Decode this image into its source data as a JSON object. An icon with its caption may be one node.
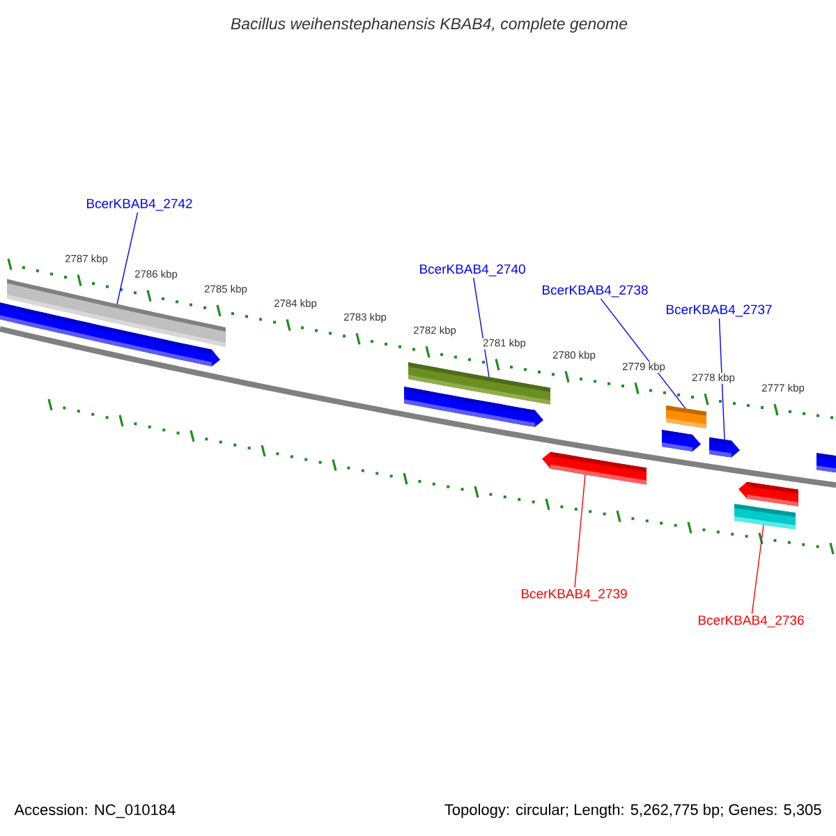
{
  "diagram": {
    "title": "Bacillus weihenstephanensis KBAB4, complete genome",
    "nodes": [
      {
        "text": [
          "BcerKBAB4_2742"
        ]
      },
      {
        "text": [
          "BcerKBAB4_2740"
        ]
      },
      {
        "text": [
          "BcerKBAB4_2738"
        ]
      },
      {
        "text": [
          "BcerKBAB4_2737"
        ]
      },
      {
        "text": [
          "BcerKBAB4_2739"
        ]
      },
      {
        "text": [
          "BcerKBAB4_2736"
        ]
      },
      {
        "text": [],
        "shape": "bar"
      },
      {
        "text": [],
        "shape": "bar"
      },
      {
        "text": [],
        "shape": "bar"
      },
      {
        "text": [],
        "shape": "bar"
      },
      {
        "text": [],
        "shape": "bar"
      },
      {
        "text": [],
        "shape": "bar"
      },
      {
        "text": [],
        "shape": "bar"
      },
      {
        "text": [],
        "shape": "bar"
      },
      {
        "text": [],
        "shape": "bar"
      },
      {
        "text": [],
        "shape": "bar"
      },
      {
        "text": [],
        "shape": "bar"
      }
    ],
    "edges": [
      {
        "from": 0,
        "to": 7,
        "arrow": "none"
      },
      {
        "from": 1,
        "to": 9,
        "arrow": "none"
      },
      {
        "from": 2,
        "to": 12,
        "arrow": "none"
      },
      {
        "from": 3,
        "to": 13,
        "arrow": "none"
      },
      {
        "from": 4,
        "to": 10,
        "arrow": "none",
        "color": "#ff0000"
      },
      {
        "from": 5,
        "to": 14,
        "arrow": "none",
        "color": "#ff0000"
      }
    ],
    "labels": [
      "2787 kbp",
      "2786 kbp",
      "2785 kbp",
      "2784 kbp",
      "2783 kbp",
      "2782 kbp",
      "2781 kbp",
      "2780 kbp",
      "2779 kbp",
      "2778 kbp",
      "2777 kbp",
      "Accession: NC_010184",
      "Topology: circular; Length: 5,262,775 bp; Genes: 5,305"
    ]
  }
}
